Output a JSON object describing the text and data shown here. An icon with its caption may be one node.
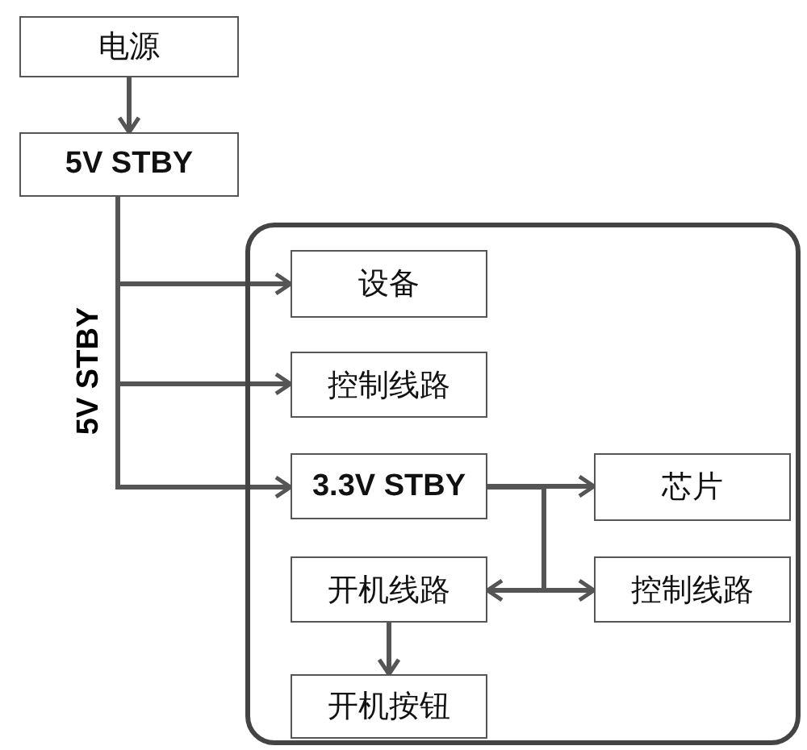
{
  "diagram": {
    "nodes": [
      {
        "text": [
          "电源"
        ]
      },
      {
        "text": [
          "5V STBY"
        ]
      },
      {
        "text": [],
        "shape": "box"
      },
      {
        "text": [
          "设备"
        ],
        "in": 2
      },
      {
        "text": [
          "控制线路"
        ],
        "in": 2
      },
      {
        "text": [
          "3.3V STBY"
        ],
        "in": 2
      },
      {
        "text": [
          "芯片"
        ],
        "in": 2
      },
      {
        "text": [
          "开机线路"
        ],
        "in": 2
      },
      {
        "text": [
          "控制线路"
        ],
        "in": 2
      },
      {
        "text": [
          "开机按钮"
        ],
        "in": 2
      }
    ],
    "edges": [
      {
        "from": 0,
        "to": 1,
        "arrow": "to"
      },
      {
        "from": 1,
        "to": 3,
        "arrow": "to"
      },
      {
        "from": 1,
        "to": 4,
        "arrow": "to"
      },
      {
        "from": 1,
        "to": 5,
        "arrow": "to"
      },
      {
        "from": 5,
        "to": 6,
        "arrow": "to"
      },
      {
        "from": 5,
        "to": 7,
        "arrow": "to"
      },
      {
        "from": 5,
        "to": 8,
        "arrow": "to"
      },
      {
        "from": 7,
        "to": 9,
        "arrow": "to"
      }
    ],
    "labels": [
      "5V STBY"
    ]
  }
}
